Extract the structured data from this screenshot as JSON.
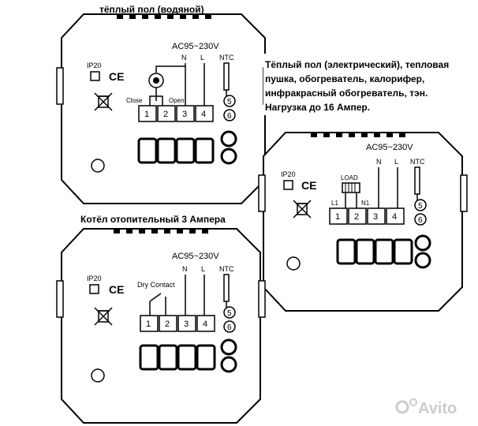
{
  "captions": {
    "water_floor": "тёплый пол (водяной)",
    "electric_lines": [
      "Тёплый пол (электрический), тепловая",
      "пушка, обогреватель, калорифер,",
      "инфракрасный обогреватель, тэн.",
      "Нагрузка до 16 Ампер."
    ],
    "boiler": "Котёл отопительный 3 Ампера"
  },
  "panel_labels": {
    "voltage": "AC95~230V",
    "n": "N",
    "l": "L",
    "ntc": "NTC",
    "ip": "IP20",
    "ce": "CE",
    "close": "Close",
    "open": "Open",
    "dry_contact": "Dry Contact",
    "load": "LOAD",
    "l1": "L1",
    "n1": "N1"
  },
  "terminals": [
    "1",
    "2",
    "3",
    "4"
  ],
  "ntc_terminals": [
    "5",
    "6"
  ],
  "watermark": "Avito",
  "colors": {
    "ink": "#000000",
    "watermark": "#cccccc"
  }
}
